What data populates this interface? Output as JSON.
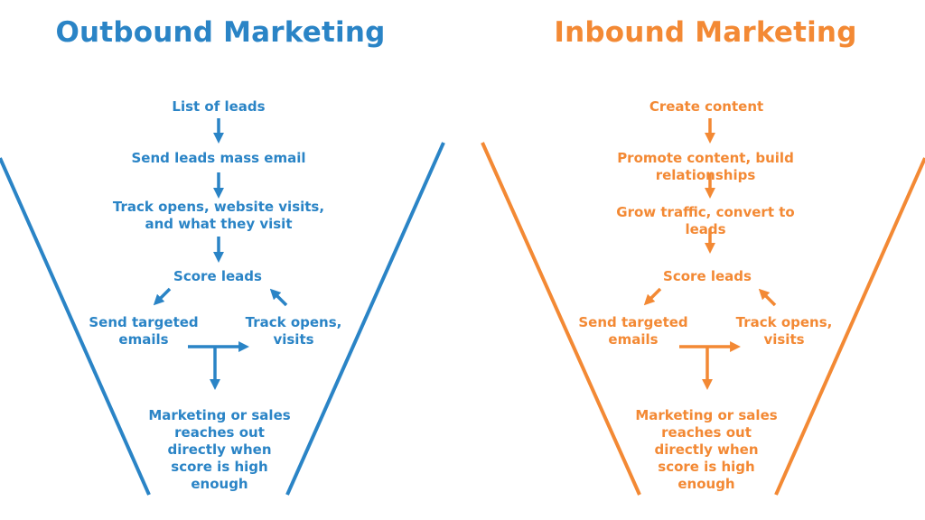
{
  "colors": {
    "outbound": "#2a84c6",
    "inbound": "#f38934",
    "background": "#ffffff"
  },
  "outbound": {
    "title": "Outbound Marketing",
    "steps": {
      "list_of_leads": "List of leads",
      "send_mass_email": "Send leads mass email",
      "track_visits": "Track opens, website visits,\nand what they visit",
      "score_leads": "Score leads",
      "send_targeted": "Send targeted\nemails",
      "track_opens": "Track opens,\nvisits",
      "reach_out": "Marketing or sales\nreaches out\ndirectly when\nscore is high\nenough"
    },
    "icons": [
      "arrow-down-icon",
      "arrow-down-icon",
      "arrow-down-icon",
      "arrow-down-left-icon",
      "arrow-up-left-icon",
      "arrow-right-icon",
      "arrow-down-icon"
    ]
  },
  "inbound": {
    "title": "Inbound Marketing",
    "steps": {
      "create_content": "Create content",
      "promote_content": "Promote content, build relationships",
      "grow_traffic": "Grow traffic, convert to leads",
      "score_leads": "Score leads",
      "send_targeted": "Send targeted\nemails",
      "track_opens": "Track opens,\nvisits",
      "reach_out": "Marketing or sales\nreaches out\ndirectly when\nscore is high\nenough"
    },
    "icons": [
      "arrow-down-icon",
      "arrow-down-icon",
      "arrow-down-icon",
      "arrow-down-left-icon",
      "arrow-up-left-icon",
      "arrow-right-icon",
      "arrow-down-icon"
    ]
  }
}
